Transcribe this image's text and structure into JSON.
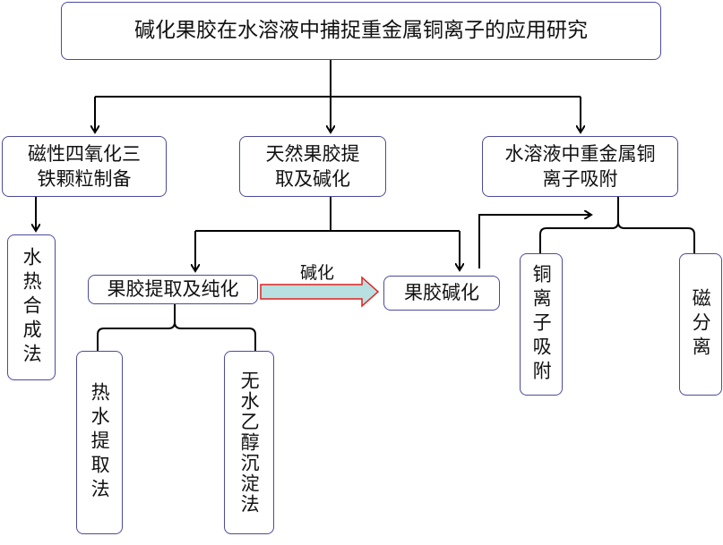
{
  "title": "碱化果胶在水溶液中捕捉重金属铜离子的应用研究",
  "level1": [
    {
      "line1": "磁性四氧化三",
      "line2": "铁颗粒制备"
    },
    {
      "line1": "天然果胶提",
      "line2": "取及碱化"
    },
    {
      "line1": "水溶液中重金属铜",
      "line2": "离子吸附"
    }
  ],
  "hydrothermal": "水热合成法",
  "extraction": "果胶提取及纯化",
  "alkalization": "果胶碱化",
  "arrow_label": "碱化",
  "hot_water": "热水提取法",
  "ethanol": "无水乙醇沉淀法",
  "cu_adsorption": "铜离子吸附",
  "magnetic": "磁分离",
  "colors": {
    "border": "#4b4b9c",
    "arrow_fill": "#b8e0e0",
    "arrow_stroke": "#e02020"
  }
}
